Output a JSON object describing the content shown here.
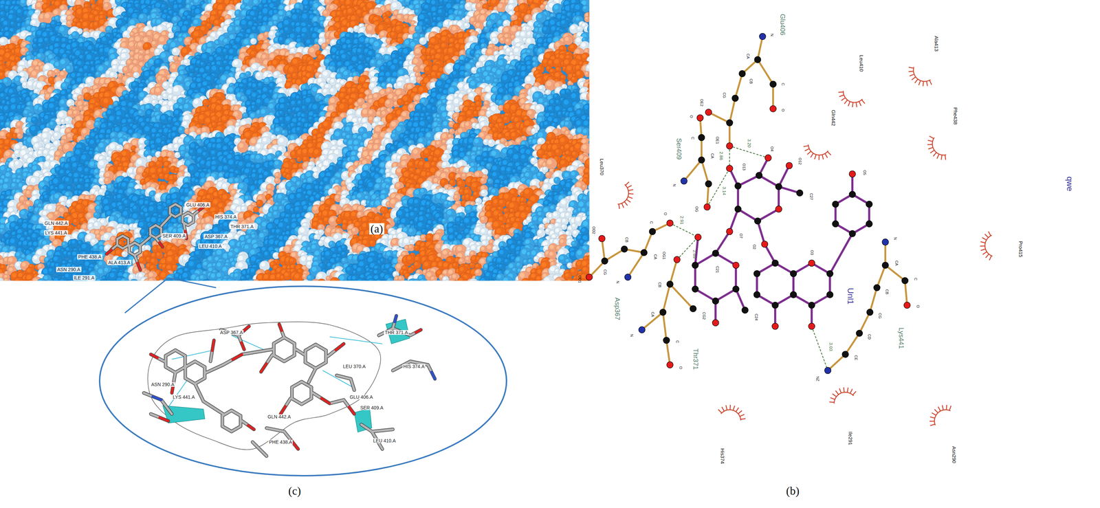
{
  "diagram": {
    "labels": [
      "GLU 406.A",
      "HIS 374.A",
      "GLN 442.A",
      "LYS 441.A",
      "SER 409.A",
      "ASP 367.A",
      "THR 371.A",
      "PHE 438.A",
      "ALA 413.A",
      "ASN 290.A",
      "ILE 291.A",
      "LEU 410.A",
      "(a)",
      "ASP 367.A",
      "THR 371.A",
      "HIS 374.A",
      "LEU 370.A",
      "GLU 406.A",
      "SER 409.A",
      "LEU 410.A",
      "ASN 290.A",
      "LYS 441.A",
      "GLN 442.A",
      "PHE 438.A",
      "(c)",
      "Glu406",
      "Ser409",
      "Asp367",
      "Thr371",
      "Lys441",
      "Ala413",
      "Leu410",
      "Phe438",
      "Gln442",
      "Leu370",
      "Pro415",
      "His374",
      "Ile291",
      "Asn290",
      "Unl1",
      "qwe",
      "2.86",
      "3.20",
      "3.14",
      "2.91",
      "2.69",
      "3.03",
      "(b)",
      "N",
      "CA",
      "CB",
      "CG",
      "C",
      "O",
      "OE2",
      "OE1",
      "O",
      "C",
      "CA",
      "N",
      "OG",
      "O",
      "C",
      "CA",
      "N",
      "CB",
      "CG",
      "OD1",
      "OD2",
      "OG1",
      "CB",
      "CG2",
      "CA",
      "N",
      "C",
      "O",
      "N",
      "CA",
      "C",
      "O",
      "CB",
      "CG",
      "CD",
      "CE",
      "NZ",
      "O13",
      "O4",
      "O12",
      "C27",
      "O7",
      "O2",
      "O3",
      "O5",
      "C24",
      "C21"
    ]
  }
}
